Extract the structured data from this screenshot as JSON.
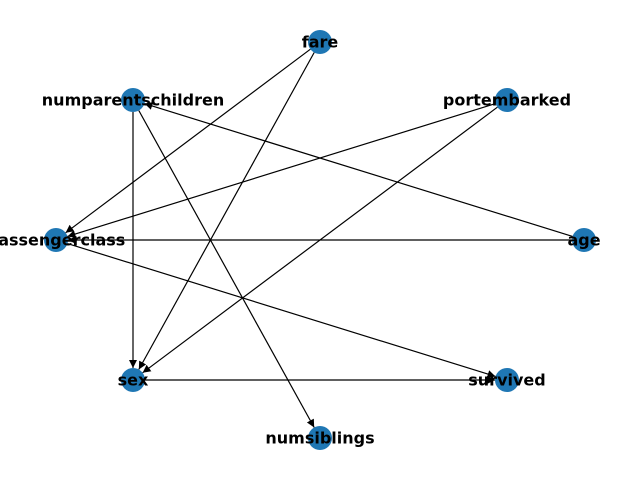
{
  "graph": {
    "node_color": "#1f77b4",
    "edge_color": "#000000",
    "label_color": "#000000",
    "nodes": [
      {
        "id": "fare",
        "label": "fare"
      },
      {
        "id": "numparentschildren",
        "label": "numparentschildren"
      },
      {
        "id": "portembarked",
        "label": "portembarked"
      },
      {
        "id": "passengerclass",
        "label": "passengerclass"
      },
      {
        "id": "age",
        "label": "age"
      },
      {
        "id": "sex",
        "label": "sex"
      },
      {
        "id": "survived",
        "label": "survived"
      },
      {
        "id": "numsiblings",
        "label": "numsiblings"
      }
    ],
    "edges": [
      {
        "from": "fare",
        "to": "passengerclass"
      },
      {
        "from": "fare",
        "to": "sex"
      },
      {
        "from": "numparentschildren",
        "to": "sex"
      },
      {
        "from": "numparentschildren",
        "to": "numsiblings"
      },
      {
        "from": "portembarked",
        "to": "passengerclass"
      },
      {
        "from": "portembarked",
        "to": "sex"
      },
      {
        "from": "age",
        "to": "numparentschildren"
      },
      {
        "from": "age",
        "to": "passengerclass"
      },
      {
        "from": "passengerclass",
        "to": "survived"
      },
      {
        "from": "sex",
        "to": "survived"
      }
    ]
  }
}
